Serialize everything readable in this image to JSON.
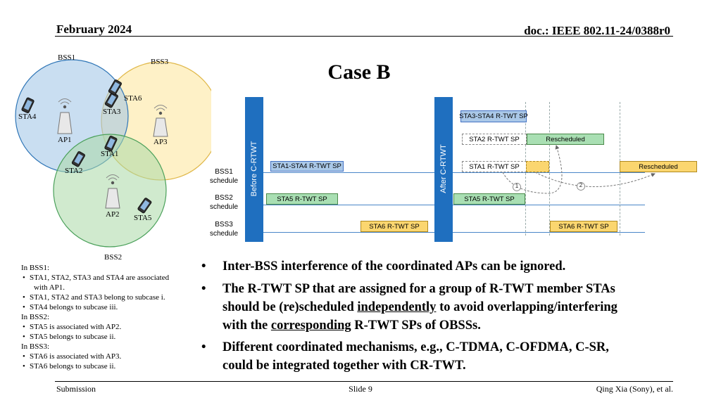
{
  "header": {
    "date": "February 2024",
    "doc": "doc.: IEEE 802.11-24/0388r0"
  },
  "title": "Case B",
  "topology": {
    "bss1": "BSS1",
    "bss2": "BSS2",
    "bss3": "BSS3",
    "ap1": "AP1",
    "ap2": "AP2",
    "ap3": "AP3",
    "sta1": "STA1",
    "sta2": "STA2",
    "sta3": "STA3",
    "sta4": "STA4",
    "sta5": "STA5",
    "sta6": "STA6",
    "colors": {
      "bss1": "#9dc3e6",
      "bss2": "#a9d8a5",
      "bss3": "#fde699"
    }
  },
  "timeline": {
    "before_label": "Before C-RTWT",
    "after_label": "After C-RTWT",
    "rows": [
      {
        "line1": "BSS1",
        "line2": "schedule"
      },
      {
        "line1": "BSS2",
        "line2": "schedule"
      },
      {
        "line1": "BSS3",
        "line2": "schedule"
      }
    ],
    "before": {
      "sta1_4": "STA1-STA4 R-TWT SP",
      "sta5": "STA5 R-TWT SP",
      "sta6": "STA6 R-TWT SP"
    },
    "after": {
      "sta3_4": "STA3-STA4 R-TWT SP",
      "sta2": "STA2 R-TWT SP",
      "resched1": "Rescheduled",
      "sta1": "STA1 R-TWT SP",
      "resched2": "Rescheduled",
      "sta5": "STA5 R-TWT SP",
      "sta6": "STA6 R-TWT SP",
      "circle1": "1",
      "circle2": "2"
    }
  },
  "notes": {
    "bss1_head": "In BSS1:",
    "bss1_a": "STA1, STA2, STA3 and STA4 are associated",
    "bss1_a2": "with AP1.",
    "bss1_b": " STA1, STA2 and STA3 belong to subcase i.",
    "bss1_c": "STA4 belongs to subcase iii.",
    "bss2_head": "In BSS2:",
    "bss2_a": "STA5 is associated with AP2.",
    "bss2_b": "STA5 belongs to subcase ii.",
    "bss3_head": "In BSS3:",
    "bss3_a": "STA6 is associated with AP3.",
    "bss3_b": "STA6 belongs to subcase ii."
  },
  "bullets": {
    "b1": "Inter-BSS interference of the coordinated APs can be ignored.",
    "b2_a": "The R-TWT SP that are assigned for a group of R-TWT member STAs",
    "b2_b1": "should be (re)scheduled ",
    "b2_b2": "independently",
    "b2_b3": " to avoid overlapping/interfering",
    "b2_c1": "with the ",
    "b2_c2": "corresponding",
    "b2_c3": " R-TWT SPs of OBSSs.",
    "b3_a": "Different coordinated mechanisms, e.g., C-TDMA, C-OFDMA, C-SR,",
    "b3_b": "could be integrated together with CR-TWT."
  },
  "footer": {
    "left": "Submission",
    "center": "Slide 9",
    "right": "Qing Xia (Sony), et al."
  }
}
